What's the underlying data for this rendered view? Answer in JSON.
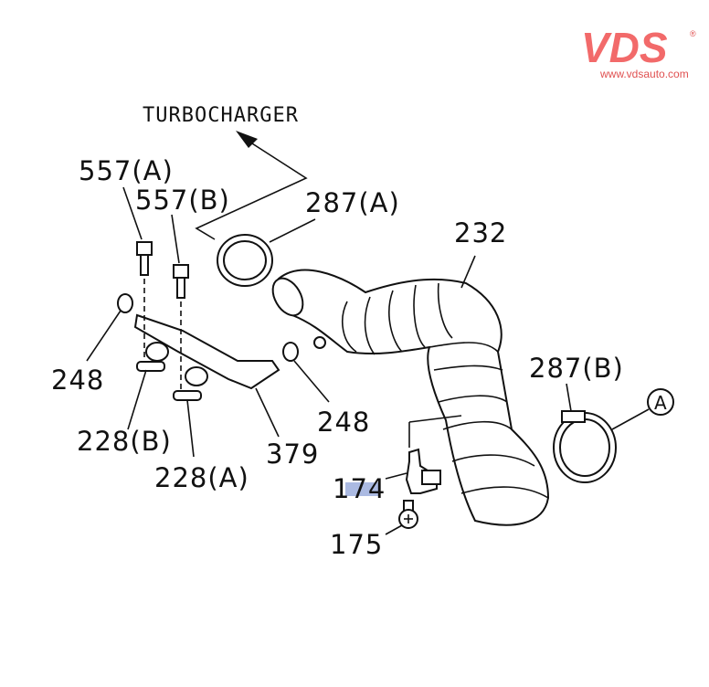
{
  "logo": {
    "brand": "VDS",
    "registered": "®",
    "url": "www.vdsauto.com",
    "color": "#f26a6a"
  },
  "diagram": {
    "direction_label": "TURBOCHARGER",
    "callouts": {
      "c557a": "557(A)",
      "c557b": "557(B)",
      "c287a": "287(A)",
      "c232": "232",
      "c287b": "287(B)",
      "cA": "A",
      "c248_left": "248",
      "c248_mid": "248",
      "c228b": "228(B)",
      "c379": "379",
      "c228a": "228(A)",
      "c174": "174",
      "c175": "175"
    },
    "highlight_color": "#8fa3d8"
  }
}
